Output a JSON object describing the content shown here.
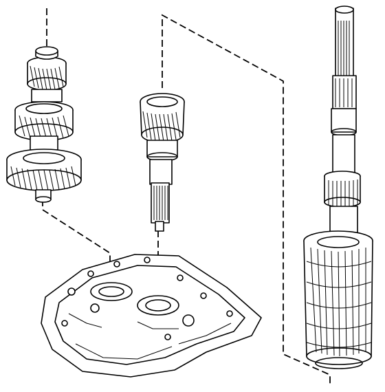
{
  "figure": {
    "description_visible_text": [],
    "colors": {
      "ink": "#000000",
      "paper": "#ffffff"
    }
  },
  "parts": [
    {
      "name": "countershaft-gear-cluster"
    },
    {
      "name": "input-shaft"
    },
    {
      "name": "main-shaft-assembly"
    },
    {
      "name": "gearbox-case-housing"
    }
  ]
}
